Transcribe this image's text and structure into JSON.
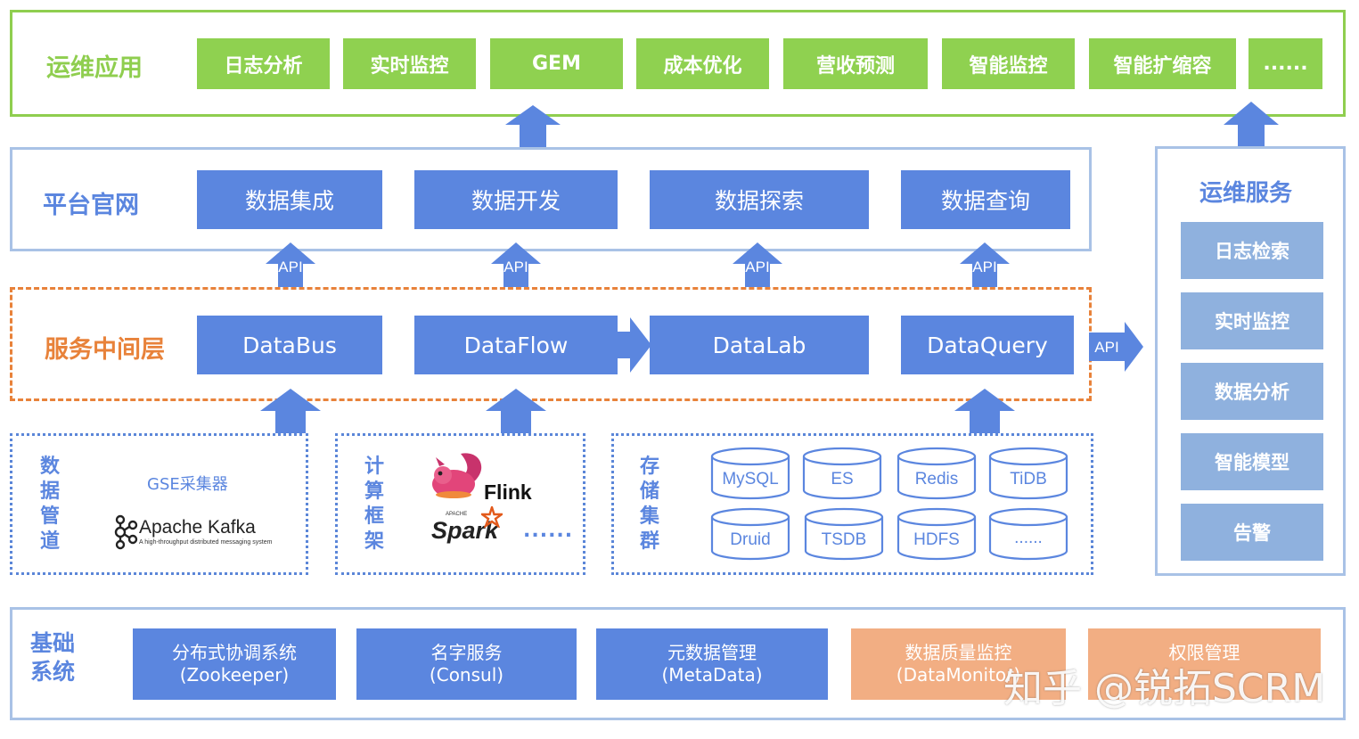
{
  "ops_apps": {
    "title": "运维应用",
    "items": [
      "日志分析",
      "实时监控",
      "GEM",
      "成本优化",
      "营收预测",
      "智能监控",
      "智能扩缩容",
      "......"
    ]
  },
  "platform": {
    "title": "平台官网",
    "items": [
      "数据集成",
      "数据开发",
      "数据探索",
      "数据查询"
    ]
  },
  "api_label": "API",
  "middleware": {
    "title": "服务中间层",
    "items": [
      "DataBus",
      "DataFlow",
      "DataLab",
      "DataQuery"
    ]
  },
  "ops_services": {
    "title": "运维服务",
    "items": [
      "日志检索",
      "实时监控",
      "数据分析",
      "智能模型",
      "告警"
    ]
  },
  "pipeline": {
    "title": "数据管道",
    "collector": "GSE采集器",
    "kafka_name": "Apache Kafka",
    "kafka_tagline": "A high-throughput distributed messaging system"
  },
  "compute": {
    "title": "计算框架",
    "flink": "Flink",
    "spark": "Spark",
    "spark_top": "APACHE",
    "more": "......"
  },
  "storage": {
    "title": "存储集群",
    "items": [
      "MySQL",
      "ES",
      "Redis",
      "TiDB",
      "Druid",
      "TSDB",
      "HDFS",
      "......"
    ]
  },
  "base": {
    "title_line1": "基础",
    "title_line2": "系统",
    "items": [
      {
        "line1": "分布式协调系统",
        "line2": "(Zookeeper)"
      },
      {
        "line1": "名字服务",
        "line2": "(Consul)"
      },
      {
        "line1": "元数据管理",
        "line2": "(MetaData)"
      },
      {
        "line1": "数据质量监控",
        "line2": "(DataMonitor)"
      },
      {
        "line1": "权限管理",
        "line2": ""
      }
    ]
  },
  "watermark": "知乎 @锐拓SCRM",
  "colors": {
    "green": "#8fd150",
    "blue": "#5b86df",
    "light_blue": "#8fb1de",
    "orange": "#e8823a",
    "salmon": "#f2ae83"
  }
}
